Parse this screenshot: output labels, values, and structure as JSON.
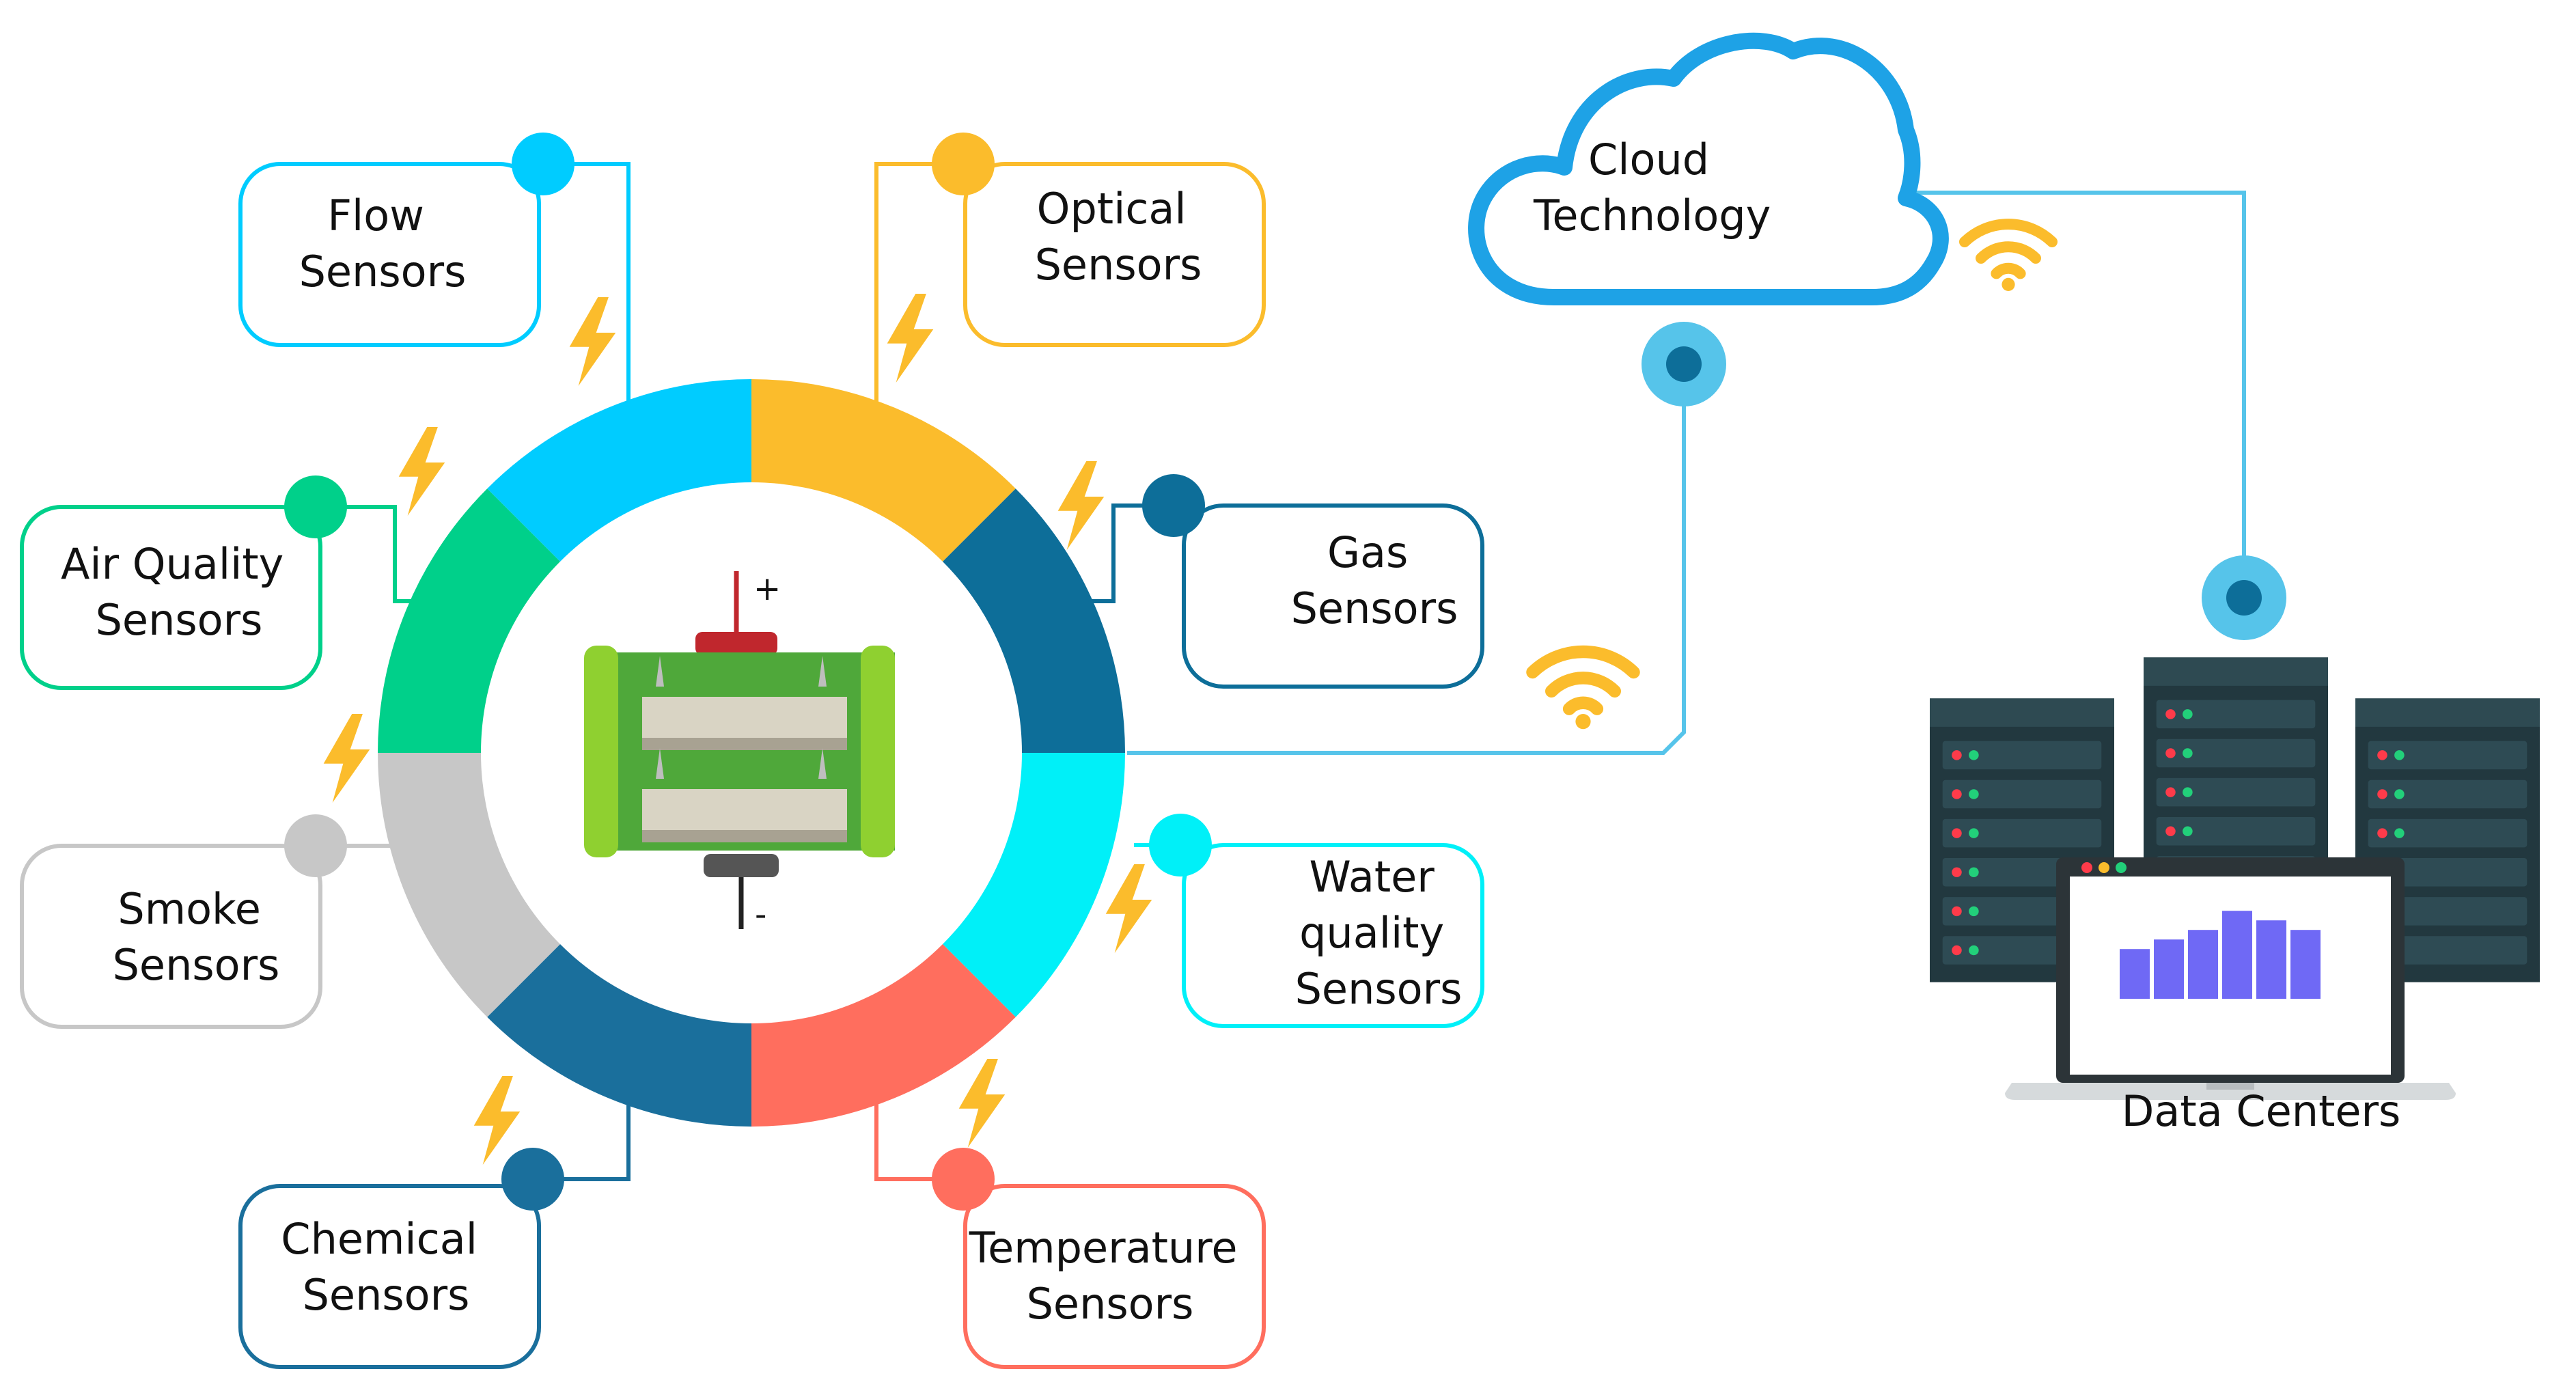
{
  "sensors": {
    "flow": {
      "line1": "Flow",
      "line2": "Sensors",
      "color": "#00CCFF"
    },
    "optical": {
      "line1": "Optical",
      "line2": "Sensors",
      "color": "#FBBC2C"
    },
    "gas": {
      "line1": "Gas",
      "line2": "Sensors",
      "color": "#0D6E99"
    },
    "air_quality": {
      "line1": "Air Quality",
      "line2": "Sensors",
      "color": "#00D08A"
    },
    "smoke": {
      "line1": "Smoke",
      "line2": "Sensors",
      "color": "#C7C7C7"
    },
    "water": {
      "line1": "Water",
      "line2": "quality",
      "line3": "Sensors",
      "color": "#00F0F8"
    },
    "chemical": {
      "line1": "Chemical",
      "line2": "Sensors",
      "color": "#1A6F9C"
    },
    "temperature": {
      "line1": "Temperature",
      "line2": "Sensors",
      "color": "#FF6E5E"
    }
  },
  "device": {
    "plus": "+",
    "minus": "-"
  },
  "cloud": {
    "line1": "Cloud",
    "line2": "Technology",
    "color": "#1EA2E6"
  },
  "data_centers": {
    "label": "Data Centers",
    "bar_color": "#6F69F5",
    "bar_values": [
      0.52,
      0.62,
      0.72,
      0.92,
      0.82,
      0.72
    ]
  },
  "colors": {
    "connector": "#56C4EA",
    "lightning": "#FBBC2C",
    "wifi": "#FBBC2C",
    "server": "#22383F"
  }
}
